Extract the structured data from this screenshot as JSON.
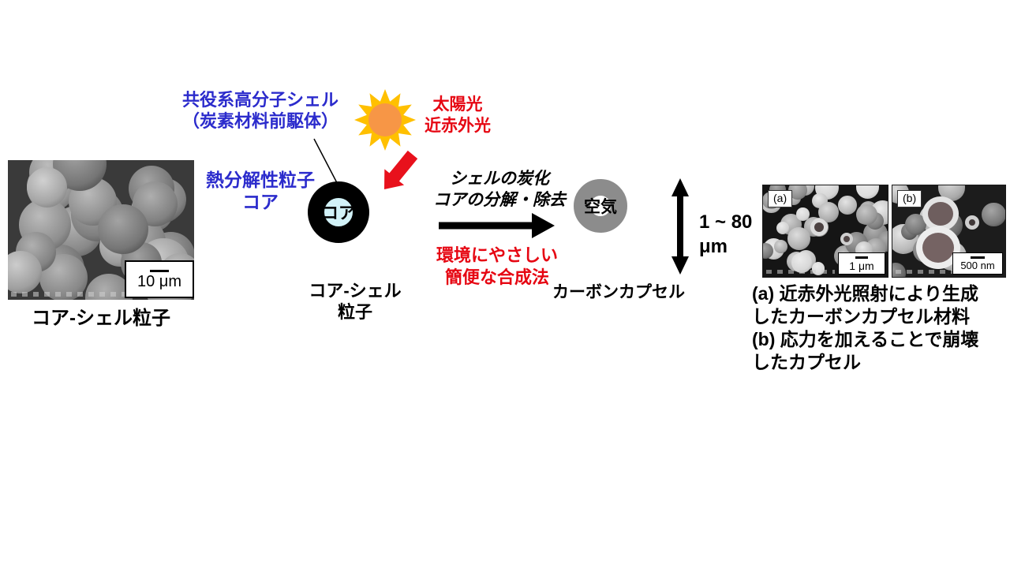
{
  "colors": {
    "label_blue": "#2B2BCC",
    "accent_red": "#E60612",
    "ring_black": "#000000",
    "ring_gray": "#8C8C8C",
    "core_fill": "#D2F2F8",
    "sun_rays": "#FFC000",
    "sun_center": "#F79646"
  },
  "left_figure": {
    "label": "コア-シェル粒子",
    "scale_bar": "10 μm"
  },
  "shell_label": {
    "line1": "共役系高分子シェル",
    "line2": "（炭素材料前駆体）"
  },
  "core_pointer_label": {
    "line1": "熱分解性粒子",
    "line2": "コア"
  },
  "sunlight_label": {
    "line1": "太陽光",
    "line2": "近赤外光"
  },
  "core_shell_diagram": {
    "core_text": "コア",
    "label_line1": "コア-シェル",
    "label_line2": "粒子"
  },
  "process": {
    "title_line1": "シェルの炭化",
    "title_line2": "コアの分解・除去",
    "subtitle_line1": "環境にやさしい",
    "subtitle_line2": "簡便な合成法"
  },
  "capsule_diagram": {
    "center_text": "空気",
    "label": "カーボンカプセル",
    "size_line1": "1 ~ 80",
    "size_line2": "μm"
  },
  "sem_a": {
    "tag": "(a)",
    "scale_bar": "1 μm"
  },
  "sem_b": {
    "tag": "(b)",
    "scale_bar": "500 nm"
  },
  "caption": {
    "line1": "(a) 近赤外光照射により生成",
    "line2": "したカーボンカプセル材料",
    "line3": "(b) 応力を加えることで崩壊",
    "line4": "したカプセル"
  }
}
